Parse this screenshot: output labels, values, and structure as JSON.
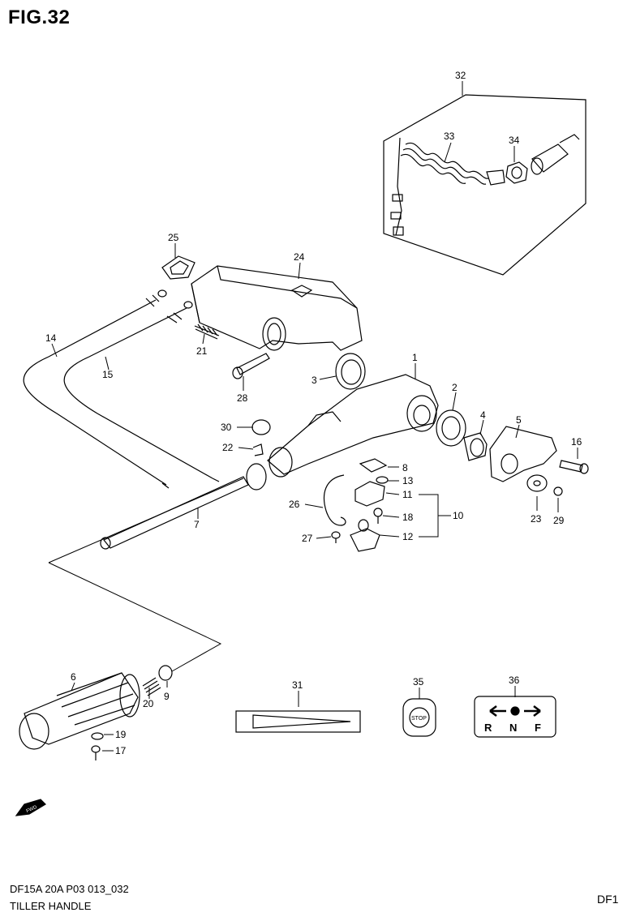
{
  "figure": {
    "title": "FIG.32",
    "footer_code": "DF15A 20A P03 013_032",
    "footer_title": "TILLER HANDLE",
    "footer_right": "DF1"
  },
  "callouts": {
    "c1": "1",
    "c2": "2",
    "c3": "3",
    "c4": "4",
    "c5": "5",
    "c6": "6",
    "c7": "7",
    "c8": "8",
    "c9": "9",
    "c10": "10",
    "c11": "11",
    "c12": "12",
    "c13": "13",
    "c14": "14",
    "c15": "15",
    "c16": "16",
    "c17": "17",
    "c18": "18",
    "c19": "19",
    "c20": "20",
    "c21": "21",
    "c22": "22",
    "c23": "23",
    "c24": "24",
    "c25": "25",
    "c26": "26",
    "c27": "27",
    "c28": "28",
    "c29": "29",
    "c30": "30",
    "c31": "31",
    "c32": "32",
    "c33": "33",
    "c34": "34",
    "c35": "35",
    "c36": "36"
  },
  "decals": {
    "stop_label": "STOP",
    "shift_r": "R",
    "shift_n": "N",
    "shift_f": "F",
    "fwd_label": "FWD"
  }
}
